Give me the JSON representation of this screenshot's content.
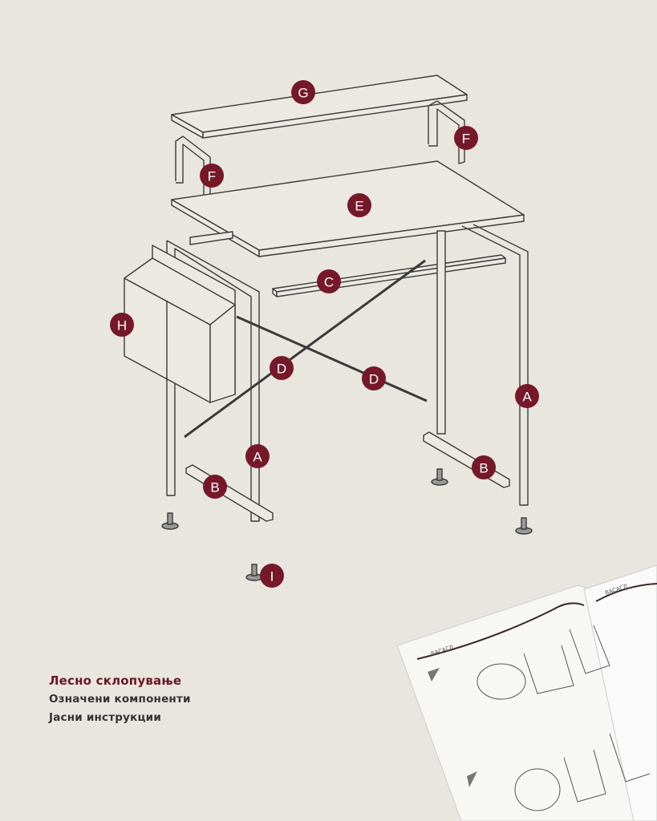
{
  "diagram": {
    "labels": {
      "G": "G",
      "F1": "F",
      "F2": "F",
      "E": "E",
      "C": "C",
      "H": "H",
      "D1": "D",
      "D2": "D",
      "A1": "A",
      "A2": "A",
      "B1": "B",
      "B2": "B",
      "I": "I"
    },
    "label_color": "#74182a"
  },
  "features": [
    "Лесно склопување",
    "Означени компоненти",
    "Јасни инструкции"
  ],
  "booklet": {
    "header_left": "ВАСАГЛ",
    "header_right": "ВАСАГЛ"
  }
}
